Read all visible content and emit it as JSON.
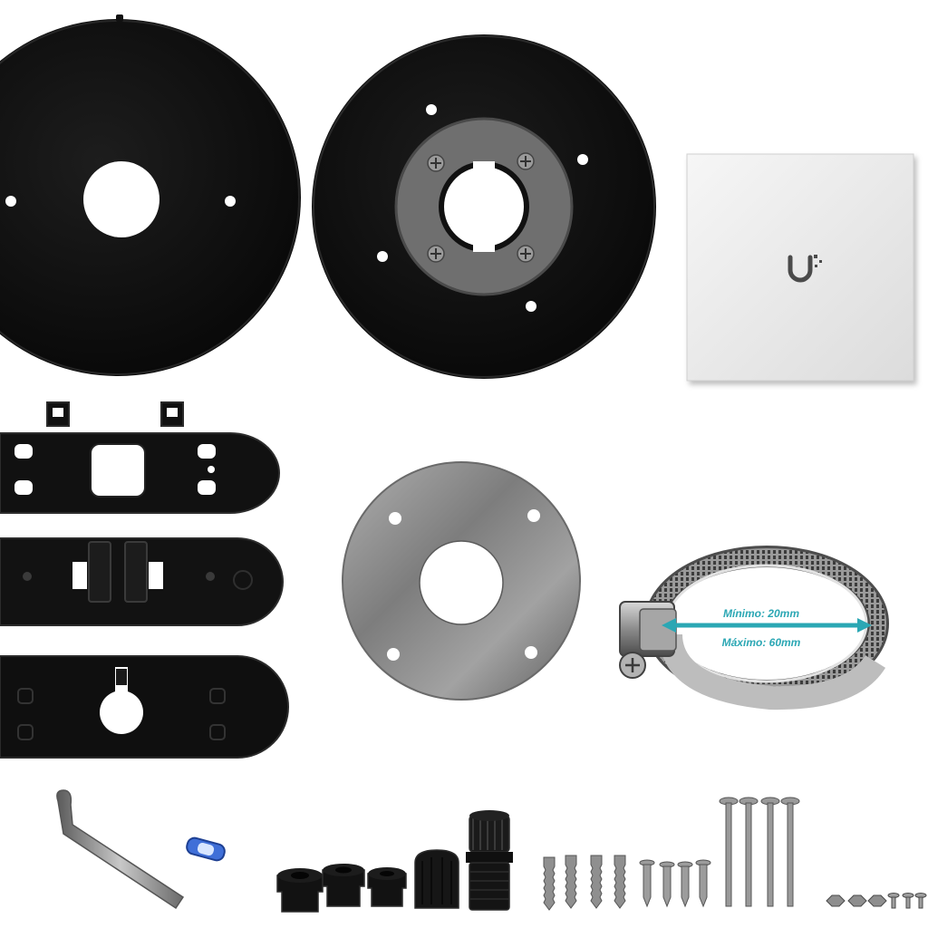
{
  "card": {
    "logo": "U"
  },
  "clamp": {
    "min_label": "Mínimo: 20mm",
    "max_label": "Máximo: 60mm"
  },
  "colors": {
    "matte_black": "#0d0d0d",
    "steel": "#8a8a8a",
    "measure_teal": "#2ba7b4",
    "card_white": "#eeeeee",
    "level_blue": "#3f6fd8"
  }
}
